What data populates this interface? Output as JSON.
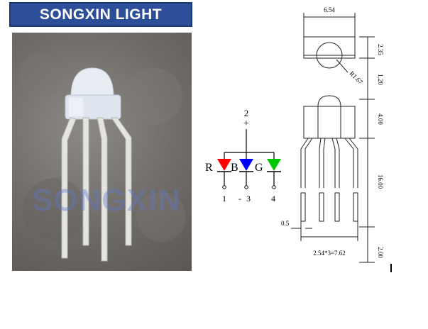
{
  "brand": {
    "label": "SONGXIN LIGHT"
  },
  "watermark": {
    "text": "SONGXIN LIGHT"
  },
  "schematic": {
    "common_pin": "2",
    "common_sign": "+",
    "colors": {
      "red": "#ff0000",
      "blue": "#0000ff",
      "green": "#00c800"
    },
    "leds": [
      {
        "letter": "R",
        "pin": "1"
      },
      {
        "letter": "B",
        "pin": "3"
      },
      {
        "letter": "G",
        "pin": "4"
      }
    ],
    "minus_sign": "-"
  },
  "drawing": {
    "width": "6.54",
    "top_height": "2.35",
    "radius": "R1.67",
    "gap": "1.20",
    "body_height": "4.00",
    "lead_length": "16.00",
    "lead_width": "0.5",
    "pitch": "2.54*3=7.62",
    "bottom": "2.00"
  }
}
